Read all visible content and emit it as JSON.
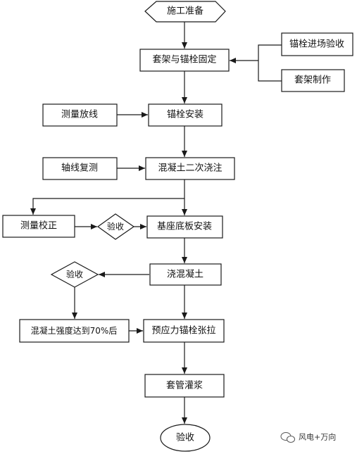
{
  "flowchart": {
    "nodes": {
      "start": "施工准备",
      "casing_fix": "套架与锚栓固定",
      "anchor_accept": "锚栓进场验收",
      "casing_make": "套架制作",
      "survey_setout": "测量放线",
      "anchor_install": "锚栓安装",
      "axis_recheck": "轴线复测",
      "concrete_second": "混凝土二次浇注",
      "survey_correct": "测量校正",
      "inspect_1": "验收",
      "base_plate": "基座底板安装",
      "pour_concrete": "浇混凝土",
      "inspect_2": "验收",
      "strength_70": "混凝土强度达到70%后",
      "prestress": "预应力锚栓张拉",
      "grouting": "套管灌浆",
      "end": "验收"
    },
    "watermark": "风电+万向"
  }
}
